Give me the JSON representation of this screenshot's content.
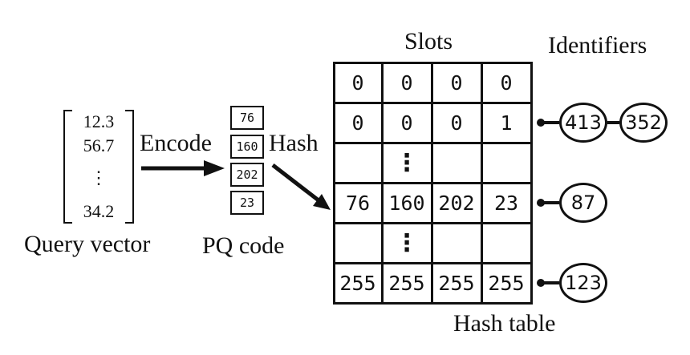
{
  "query_vector": {
    "values": [
      "12.3",
      "56.7",
      "34.2"
    ],
    "ellipsis": "⋮",
    "label": "Query vector"
  },
  "arrows": {
    "encode": "Encode",
    "hash": "Hash"
  },
  "pq_code": {
    "cells": [
      "76",
      "160",
      "202",
      "23"
    ],
    "label": "PQ code"
  },
  "hash_table": {
    "slots_label": "Slots",
    "label": "Hash table",
    "rows": [
      {
        "cells": [
          "0",
          "0",
          "0",
          "0"
        ]
      },
      {
        "cells": [
          "0",
          "0",
          "0",
          "1"
        ]
      },
      {
        "ellipsis": "⋮"
      },
      {
        "cells": [
          "76",
          "160",
          "202",
          "23"
        ]
      },
      {
        "ellipsis": "⋮"
      },
      {
        "cells": [
          "255",
          "255",
          "255",
          "255"
        ]
      }
    ]
  },
  "identifiers": {
    "label": "Identifiers",
    "lists": [
      {
        "row": 1,
        "ids": [
          "413",
          "352"
        ]
      },
      {
        "row": 3,
        "ids": [
          "87"
        ]
      },
      {
        "row": 5,
        "ids": [
          "123"
        ]
      }
    ]
  }
}
